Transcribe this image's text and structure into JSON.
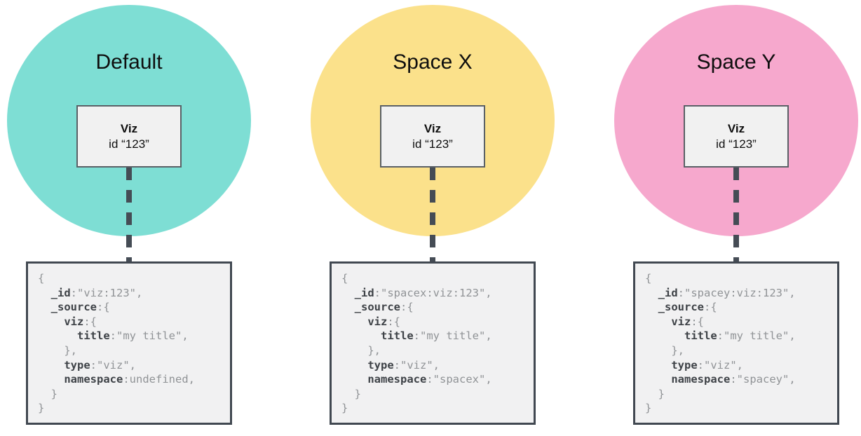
{
  "colors": {
    "background": "#FFFFFF",
    "title_text": "#0E0E0E",
    "viz_box_fill": "#F1F1F1",
    "viz_box_border": "#5A6066",
    "viz_text": "#0E0E0E",
    "code_box_fill": "#F1F1F2",
    "code_box_border": "#414851",
    "code_key": "#3E4247",
    "code_value": "#909396",
    "connector": "#454C55"
  },
  "spaces": [
    {
      "id": "default",
      "label": "Default",
      "circle_color": "#7EDED4",
      "viz": {
        "name": "Viz",
        "id_line": "id “123”"
      },
      "document": {
        "lines": [
          {
            "indent": 0,
            "key": "",
            "rest": "{"
          },
          {
            "indent": 2,
            "key": "_id",
            "rest": ":\"viz:123\","
          },
          {
            "indent": 2,
            "key": "_source",
            "rest": ":{"
          },
          {
            "indent": 4,
            "key": "viz",
            "rest": ":{"
          },
          {
            "indent": 6,
            "key": "title",
            "rest": ":\"my title\","
          },
          {
            "indent": 4,
            "key": "",
            "rest": "},"
          },
          {
            "indent": 4,
            "key": "type",
            "rest": ":\"viz\","
          },
          {
            "indent": 4,
            "key": "namespace",
            "rest": ":undefined,"
          },
          {
            "indent": 2,
            "key": "",
            "rest": "}"
          },
          {
            "indent": 0,
            "key": "",
            "rest": "}"
          }
        ]
      }
    },
    {
      "id": "spacex",
      "label": "Space X",
      "circle_color": "#FBE18B",
      "viz": {
        "name": "Viz",
        "id_line": "id “123”"
      },
      "document": {
        "lines": [
          {
            "indent": 0,
            "key": "",
            "rest": "{"
          },
          {
            "indent": 2,
            "key": "_id",
            "rest": ":\"spacex:viz:123\","
          },
          {
            "indent": 2,
            "key": "_source",
            "rest": ":{"
          },
          {
            "indent": 4,
            "key": "viz",
            "rest": ":{"
          },
          {
            "indent": 6,
            "key": "title",
            "rest": ":\"my title\","
          },
          {
            "indent": 4,
            "key": "",
            "rest": "},"
          },
          {
            "indent": 4,
            "key": "type",
            "rest": ":\"viz\","
          },
          {
            "indent": 4,
            "key": "namespace",
            "rest": ":\"spacex\","
          },
          {
            "indent": 2,
            "key": "",
            "rest": "}"
          },
          {
            "indent": 0,
            "key": "",
            "rest": "}"
          }
        ]
      }
    },
    {
      "id": "spacey",
      "label": "Space Y",
      "circle_color": "#F6A8CD",
      "viz": {
        "name": "Viz",
        "id_line": "id “123”"
      },
      "document": {
        "lines": [
          {
            "indent": 0,
            "key": "",
            "rest": "{"
          },
          {
            "indent": 2,
            "key": "_id",
            "rest": ":\"spacey:viz:123\","
          },
          {
            "indent": 2,
            "key": "_source",
            "rest": ":{"
          },
          {
            "indent": 4,
            "key": "viz",
            "rest": ":{"
          },
          {
            "indent": 6,
            "key": "title",
            "rest": ":\"my title\","
          },
          {
            "indent": 4,
            "key": "",
            "rest": "},"
          },
          {
            "indent": 4,
            "key": "type",
            "rest": ":\"viz\","
          },
          {
            "indent": 4,
            "key": "namespace",
            "rest": ":\"spacey\","
          },
          {
            "indent": 2,
            "key": "",
            "rest": "}"
          },
          {
            "indent": 0,
            "key": "",
            "rest": "}"
          }
        ]
      }
    }
  ]
}
